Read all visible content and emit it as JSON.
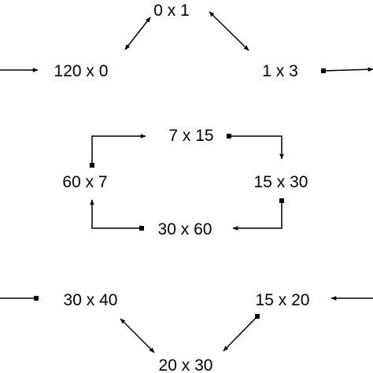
{
  "diagram": {
    "colors": {
      "ink": "#000000",
      "background": "#ffffff"
    },
    "nodes": [
      {
        "id": "n-0x1",
        "label": "0 x 1"
      },
      {
        "id": "n-120x0",
        "label": "120 x 0"
      },
      {
        "id": "n-1x3",
        "label": "1 x 3"
      },
      {
        "id": "n-7x15",
        "label": "7 x 15"
      },
      {
        "id": "n-60x7",
        "label": "60 x 7"
      },
      {
        "id": "n-15x30",
        "label": "15 x 30"
      },
      {
        "id": "n-30x60",
        "label": "30 x 60"
      },
      {
        "id": "n-30x40",
        "label": "30 x 40"
      },
      {
        "id": "n-15x20",
        "label": "15 x 20"
      },
      {
        "id": "n-20x30",
        "label": "20 x 30"
      }
    ],
    "edges": [
      {
        "id": "e-in-120x0",
        "from": "",
        "to": "n-120x0",
        "arrow": "end"
      },
      {
        "id": "e-0x1-120x0",
        "from": "n-0x1",
        "to": "n-120x0",
        "arrow": "both"
      },
      {
        "id": "e-0x1-1x3",
        "from": "n-0x1",
        "to": "n-1x3",
        "arrow": "both"
      },
      {
        "id": "e-1x3-out",
        "from": "n-1x3",
        "to": "",
        "arrow": "end"
      },
      {
        "id": "e-7x15-15x30",
        "from": "n-7x15",
        "to": "n-15x30",
        "arrow": "end"
      },
      {
        "id": "e-15x30-30x60",
        "from": "n-15x30",
        "to": "n-30x60",
        "arrow": "end"
      },
      {
        "id": "e-30x60-60x7",
        "from": "n-30x60",
        "to": "n-60x7",
        "arrow": "end"
      },
      {
        "id": "e-60x7-7x15",
        "from": "n-60x7",
        "to": "n-7x15",
        "arrow": "end"
      },
      {
        "id": "e-30x40-out",
        "from": "n-30x40",
        "to": "",
        "arrow": "none"
      },
      {
        "id": "e-in-15x20",
        "from": "",
        "to": "n-15x20",
        "arrow": "end"
      },
      {
        "id": "e-30x40-20x30",
        "from": "n-30x40",
        "to": "n-20x30",
        "arrow": "both"
      },
      {
        "id": "e-15x20-20x30",
        "from": "n-15x20",
        "to": "n-20x30",
        "arrow": "end"
      }
    ]
  }
}
